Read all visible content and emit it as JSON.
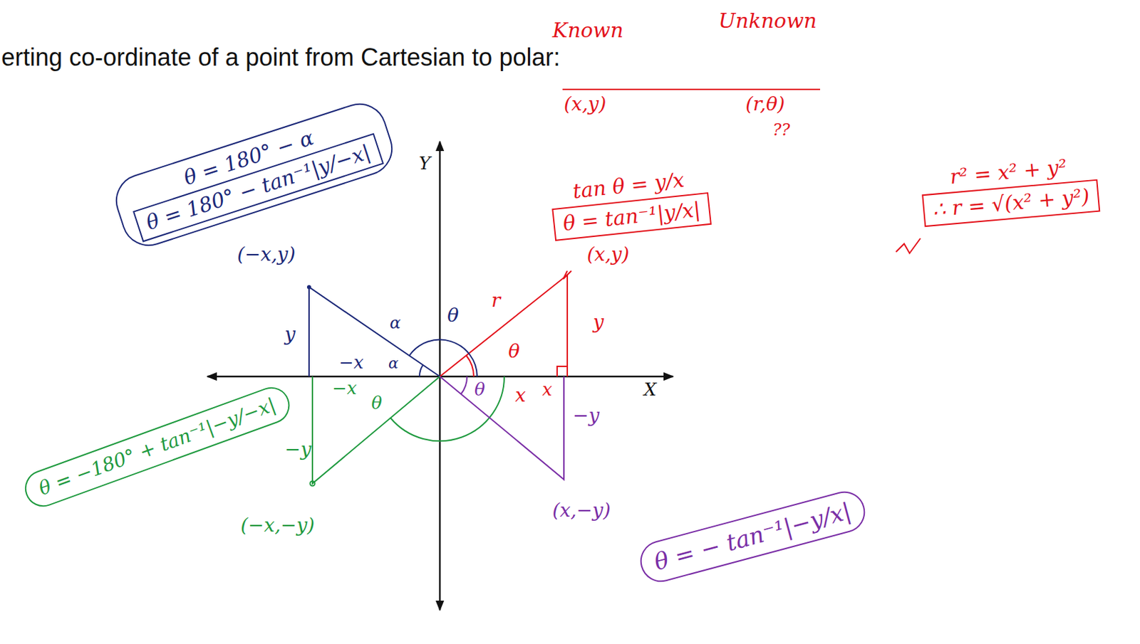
{
  "diagram": {
    "title": "erting co-ordinate of a point from Cartesian to polar:",
    "nodes": [
      {
        "text": [
          "θ = 180° − α",
          "θ = 180° − tan⁻¹|y/−x|"
        ]
      },
      {
        "text": [
          "tan θ = y/x",
          "θ = tan⁻¹|y/x|"
        ]
      },
      {
        "text": [
          "r² = x² + y²",
          "∴ r = √(x² + y²)"
        ]
      },
      {
        "text": [
          "θ = −180° + tan⁻¹|−y/−x|"
        ]
      },
      {
        "text": [
          "θ = − tan⁻¹|−y/x|"
        ]
      }
    ],
    "labels": [
      "Known",
      "Unknown",
      "(x,y)",
      "(r,θ)",
      "??",
      "Y",
      "(x,y)",
      "(−x,y)",
      "r",
      "θ",
      "y",
      "y",
      "α",
      "θ",
      "−x",
      "α",
      "θ",
      "x",
      "x",
      "X",
      "−x",
      "−y",
      "−y",
      "θ",
      "(−x,−y)",
      "(x,−y)"
    ]
  }
}
